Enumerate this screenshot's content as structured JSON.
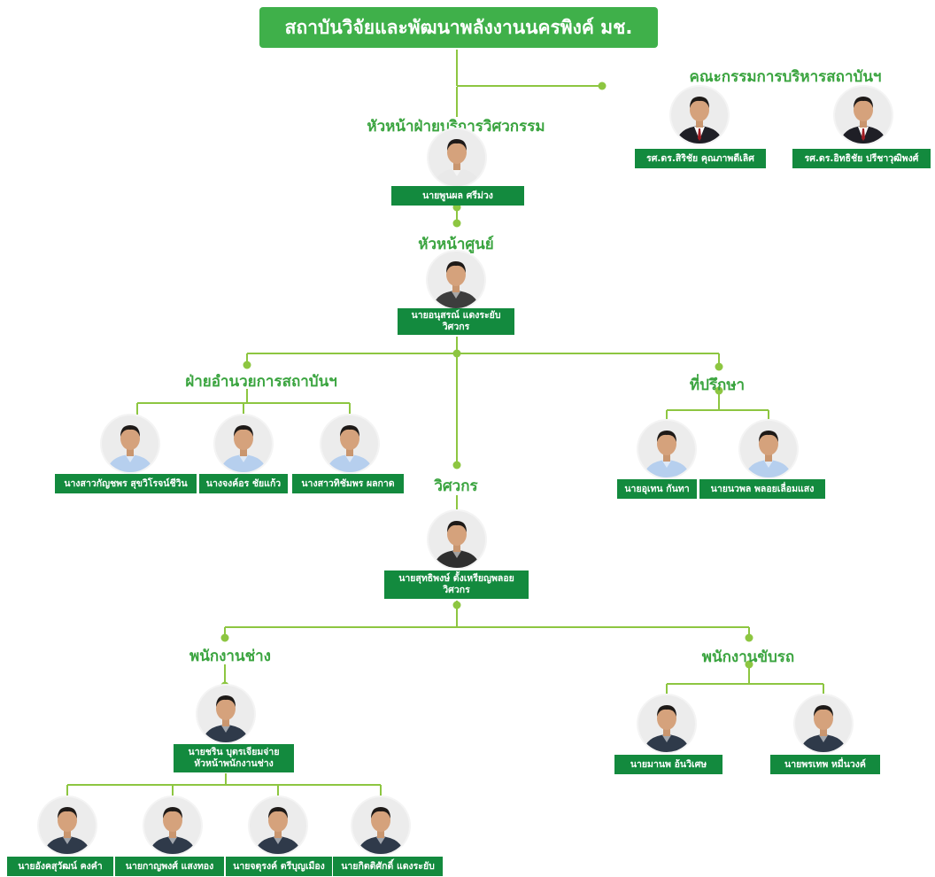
{
  "title": "สถาบันวิจัยและพัฒนาพลังงานนครพิงค์ มช.",
  "colors": {
    "accent": "#3fb04a",
    "label_bg": "#138a3e",
    "line": "#8dc641",
    "heading": "#3aa43f"
  },
  "sections": {
    "board": "คณะกรรมการบริหารสถาบันฯ",
    "head_engineering": "หัวหน้าฝ่ายบริการวิศวกรรม",
    "head_center": "หัวหน้าศูนย์",
    "admin": "ฝ่ายอำนวยการสถาบันฯ",
    "advisor": "ที่ปรึกษา",
    "engineer": "วิศวกร",
    "technician": "พนักงานช่าง",
    "driver": "พนักงานขับรถ"
  },
  "people": {
    "board1": {
      "name": "รศ.ดร.สิริชัย คุณภาพดีเลิศ",
      "photo": "avatar-icon",
      "shirt": "suit"
    },
    "board2": {
      "name": "รศ.ดร.อิทธิชัย ปรีชาวุฒิพงศ์",
      "photo": "avatar-icon",
      "shirt": "suit"
    },
    "head_eng": {
      "name": "นายพูนผล ศรีม่วง",
      "photo": "avatar-icon",
      "shirt": "#e9e9e9"
    },
    "head_center": {
      "name": "นายอนุสรณ์ แดงระยับ",
      "role": "วิศวกร",
      "photo": "avatar-icon",
      "shirt": "#3d3d3d"
    },
    "admin1": {
      "name": "นางสาวกัญชพร สุขวิโรจน์ชีวิน",
      "photo": "avatar-icon",
      "shirt": "#b6cfee"
    },
    "admin2": {
      "name": "นางจงค์อร ชัยแก้ว",
      "photo": "avatar-icon",
      "shirt": "#b6cfee"
    },
    "admin3": {
      "name": "นางสาวทิชัมพร ผลกาด",
      "photo": "avatar-icon",
      "shirt": "#b6cfee"
    },
    "adv1": {
      "name": "นายอุเทน กันทา",
      "photo": "avatar-icon",
      "shirt": "#b6cfee"
    },
    "adv2": {
      "name": "นายนวพล พลอยเลื่อมแสง",
      "photo": "avatar-icon",
      "shirt": "#b6cfee"
    },
    "engineer": {
      "name": "นายสุทธิพงษ์ ตั้งเหรียญพลอย",
      "role": "วิศวกร",
      "photo": "avatar-icon",
      "shirt": "#2f2f2f"
    },
    "tech_head": {
      "name": "นายชริน บุตรเจียมจ่าย",
      "role": "หัวหน้าพนักงานช่าง",
      "photo": "avatar-icon",
      "shirt": "#2f3a4a"
    },
    "tech1": {
      "name": "นายอังคสุวัฒน์ คงคำ",
      "photo": "avatar-icon",
      "shirt": "#2f3a4a"
    },
    "tech2": {
      "name": "นายกาญพงศ์ แสงทอง",
      "photo": "avatar-icon",
      "shirt": "#2f3a4a"
    },
    "tech3": {
      "name": "นายจตุรงค์ ตรีบุญเมือง",
      "photo": "avatar-icon",
      "shirt": "#2f3a4a"
    },
    "tech4": {
      "name": "นายกิตติศักดิ์ แดงระยับ",
      "photo": "avatar-icon",
      "shirt": "#2f3a4a"
    },
    "driver1": {
      "name": "นายมานพ อ้นวิเศษ",
      "photo": "avatar-icon",
      "shirt": "#2f3a4a"
    },
    "driver2": {
      "name": "นายพรเทพ หมื่นวงค์",
      "photo": "avatar-icon",
      "shirt": "#2f3a4a"
    }
  }
}
